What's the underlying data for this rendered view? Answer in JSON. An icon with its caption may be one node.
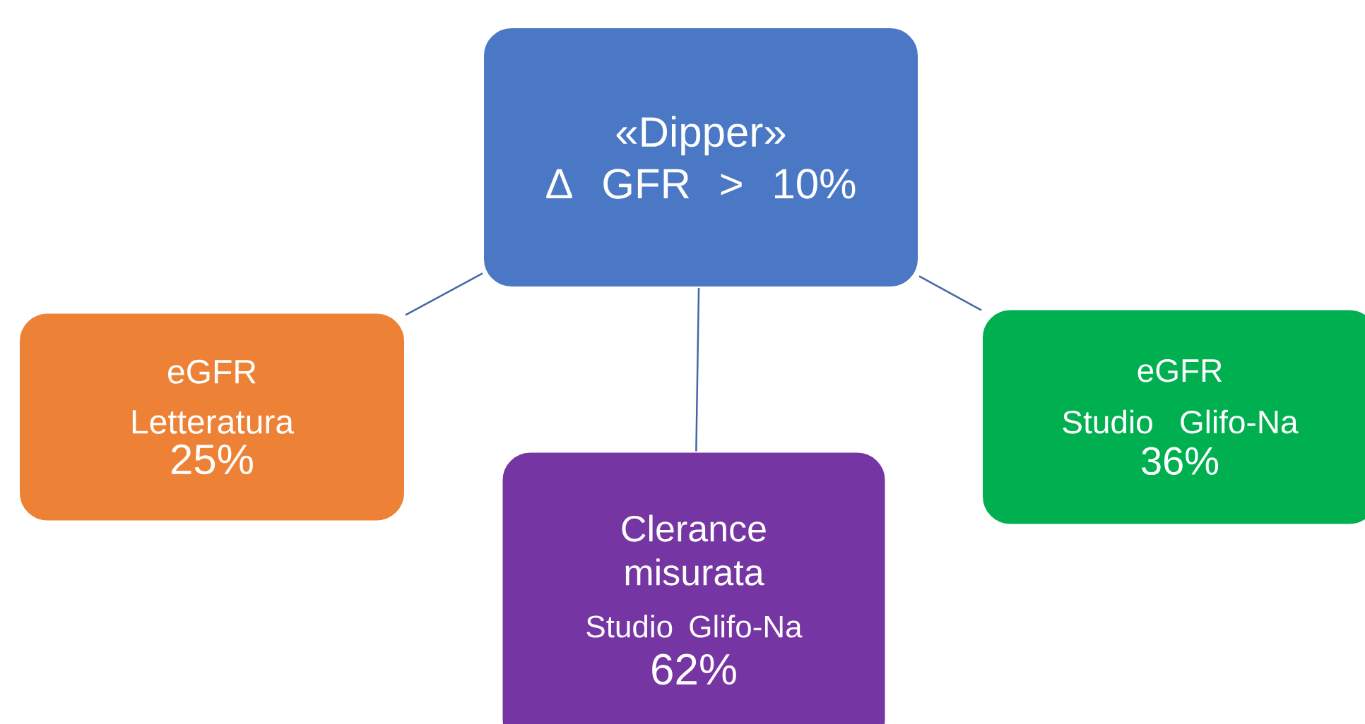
{
  "diagram": {
    "nodes": [
      {
        "text": [
          "«Dipper»",
          "Δ GFR > 10%"
        ]
      },
      {
        "text": [
          "eGFR",
          "Letteratura",
          "25%"
        ]
      },
      {
        "text": [
          "Clerance misurata",
          "Studio Glifo-Na",
          "62%"
        ]
      },
      {
        "text": [
          "eGFR",
          "Studio Glifo-Na",
          "36%"
        ]
      }
    ],
    "edges": [
      {
        "from": 0,
        "to": 1,
        "arrow": "none"
      },
      {
        "from": 0,
        "to": 2,
        "arrow": "none"
      },
      {
        "from": 0,
        "to": 3,
        "arrow": "none"
      }
    ]
  }
}
